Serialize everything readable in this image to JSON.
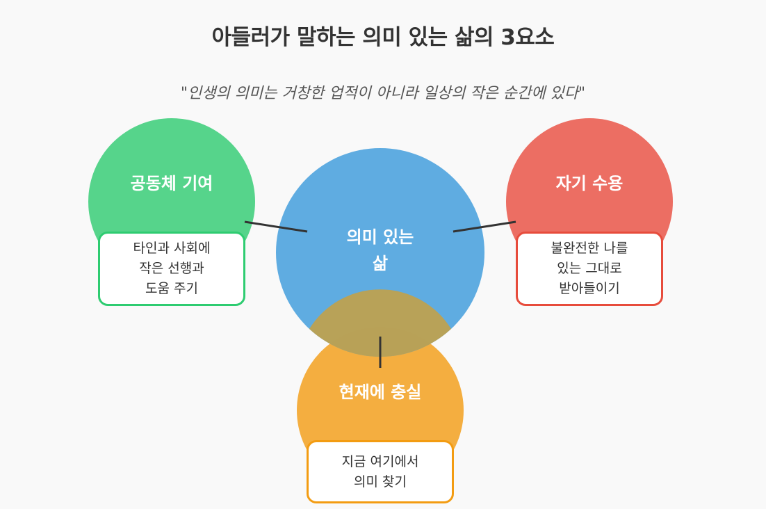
{
  "title": "아들러가 말하는 의미 있는 삶의 3요소",
  "quote": "\"인생의 의미는 거창한 업적이 아니라 일상의 작은 순간에 있다\"",
  "center": {
    "label_line1": "의미 있는",
    "label_line2": "삶",
    "color": "#5aa9e0"
  },
  "elements": [
    {
      "key": "community",
      "label": "공동체 기여",
      "description": "타인과 사회에\n작은 선행과\n도움 주기",
      "color": "#56d48b",
      "border": "#2ecc71"
    },
    {
      "key": "acceptance",
      "label": "자기 수용",
      "description": "불완전한 나를\n있는 그대로\n받아들이기",
      "color": "#ec6e63",
      "border": "#e74c3c"
    },
    {
      "key": "present",
      "label": "현재에 충실",
      "description": "지금 여기에서\n의미 찾기",
      "color": "#f4ae40",
      "border": "#f39c12"
    }
  ]
}
